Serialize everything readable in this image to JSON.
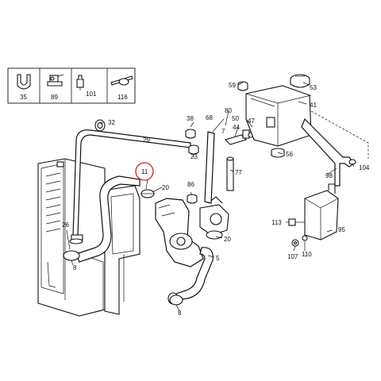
{
  "legend": {
    "items": [
      {
        "label": "35",
        "icon": "hose-clamp-icon"
      },
      {
        "label": "89",
        "icon": "clip-bracket-icon"
      },
      {
        "label": "101",
        "icon": "cable-tie-holder-icon"
      },
      {
        "label": "116",
        "icon": "cable-strap-icon"
      }
    ]
  },
  "callouts": {
    "c59": "59",
    "c53": "53",
    "c41": "41",
    "c80": "80",
    "c68": "68",
    "c50": "50",
    "c44": "44",
    "c47": "47",
    "c38": "38",
    "c32": "32",
    "c29": "29",
    "c7": "7",
    "c23": "23",
    "c56": "56",
    "c77": "77",
    "c98": "98",
    "c104": "104",
    "c11": "11",
    "c20a": "20",
    "c86": "86",
    "c26": "26",
    "c113": "113",
    "c95": "95",
    "c107": "107",
    "c110": "110",
    "c20b": "20",
    "c8a": "8",
    "c5": "5",
    "c8b": "8"
  },
  "highlight": {
    "label": "11",
    "color": "#d42020"
  }
}
